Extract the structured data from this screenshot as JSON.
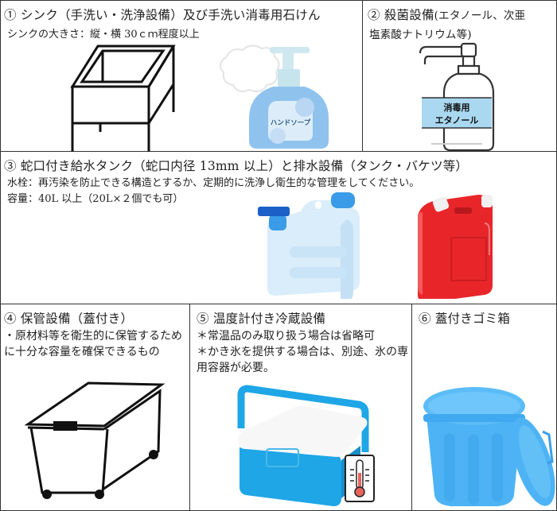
{
  "sections": [
    {
      "number": "①",
      "title": "シンク（手洗い・洗浄設備）及び手洗い消毒用石けん",
      "notes": [
        "シンクの大きさ：縦・横 30ｃｍ程度以上"
      ],
      "illustrations": [
        "sink-frame",
        "hand-soap-bottle"
      ],
      "soap_label": "ハンドソープ"
    },
    {
      "number": "②",
      "title": "殺菌設備",
      "title_paren_line1": "(エタノール、次亜",
      "title_paren_line2": "塩素酸ナトリウム等)",
      "illustrations": [
        "ethanol-spray-bottle"
      ],
      "bottle_label_line1": "消毒用",
      "bottle_label_line2": "エタノール"
    },
    {
      "number": "③",
      "title": "蛇口付き給水タンク（蛇口内径 13mm 以上）と排水設備（タンク・バケツ等）",
      "notes": [
        "水栓：再汚染を防止できる構造とするか、定期的に洗浄し衛生的な管理をしてください。",
        "容量：40L 以上（20L×２個でも可）"
      ],
      "illustrations": [
        "water-tank-with-faucet",
        "red-drain-tank"
      ]
    },
    {
      "number": "④",
      "title": "保管設備（蓋付き）",
      "notes": [
        "・原材料等を衛生的に保管するために十分な容量を確保できるもの"
      ],
      "illustrations": [
        "storage-box-with-lid"
      ]
    },
    {
      "number": "⑤",
      "title": "温度計付き冷蔵設備",
      "notes": [
        "＊常温品のみ取り扱う場合は省略可",
        "＊かき氷を提供する場合は、別途、氷の専用容器が必要。"
      ],
      "illustrations": [
        "cooler-box",
        "thermometer"
      ]
    },
    {
      "number": "⑥",
      "title": "蓋付きゴミ箱",
      "illustrations": [
        "trash-can-with-lid"
      ]
    }
  ],
  "colors": {
    "border": "#333333",
    "soap_blue": "#8fc3ee",
    "tank_blue": "#d6ecfa",
    "cap_blue": "#3a9be8",
    "red_tank": "#e8262a",
    "cooler_blue": "#1ea6e6",
    "trash_blue": "#4db3f5",
    "thermo_red": "#e8645a"
  }
}
